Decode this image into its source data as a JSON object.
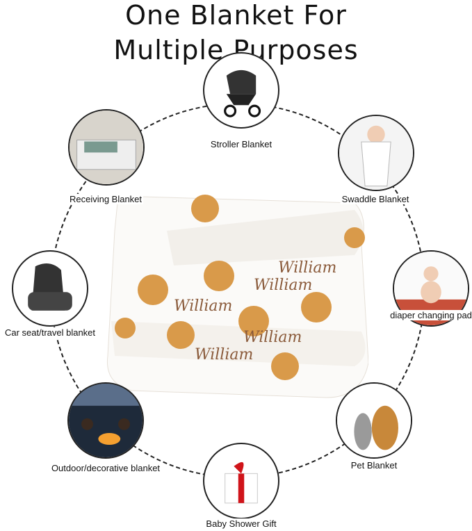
{
  "title": {
    "line1": "One Blanket For",
    "line2": "Multiple Purposes"
  },
  "blanket": {
    "name_text": "William"
  },
  "uses": [
    {
      "label": "Stroller Blanket",
      "icon": "stroller-icon"
    },
    {
      "label": "Receiving Blanket",
      "icon": "crib-icon"
    },
    {
      "label": "Swaddle Blanket",
      "icon": "swaddled-baby-icon"
    },
    {
      "label": "Car seat/travel blanket",
      "icon": "car-seat-icon"
    },
    {
      "label": "diaper changing pad",
      "icon": "baby-on-mat-icon"
    },
    {
      "label": "Outdoor/decorative blanket",
      "icon": "campfire-icon"
    },
    {
      "label": "Pet Blanket",
      "icon": "cat-dog-icon"
    },
    {
      "label": "Baby Shower Gift",
      "icon": "gift-box-icon"
    }
  ]
}
